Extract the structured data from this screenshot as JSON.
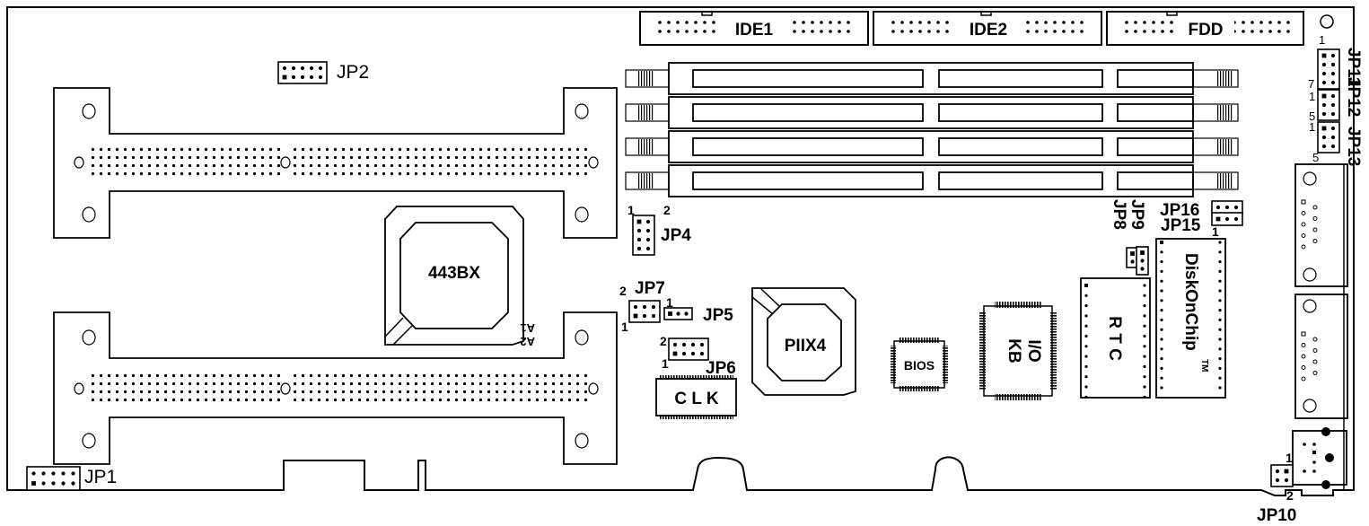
{
  "title": "Single Board Computer Jumper & Connector Layout",
  "colors": {
    "line": "#000000",
    "background": "#ffffff"
  },
  "connectors": {
    "ide1": "IDE1",
    "ide2": "IDE2",
    "fdd": "FDD"
  },
  "chips": {
    "northbridge": "443BX",
    "southbridge": "PIIX4",
    "bios": "BIOS",
    "io_line1": "I/O",
    "io_line2": "KB",
    "rtc": "R T C",
    "disk_on_chip": "DiskOnChip",
    "disk_on_chip_tm": "TM",
    "clock": "C L K"
  },
  "slot_marks": {
    "a1": "A1",
    "a2": "A2"
  },
  "jumpers": {
    "jp1": "JP1",
    "jp2": "JP2",
    "jp4": {
      "label": "JP4",
      "pin_a": "1",
      "pin_b": "2"
    },
    "jp5": {
      "label": "JP5",
      "pin_a": "1"
    },
    "jp6": {
      "label": "JP6",
      "pin_a": "1",
      "pin_b": "2"
    },
    "jp7": {
      "label": "JP7",
      "pin_a": "1",
      "pin_b": "2"
    },
    "jp8": "JP8",
    "jp9": "JP9",
    "jp10": {
      "label": "JP10",
      "pin_a": "1",
      "pin_b": "2"
    },
    "jp11": {
      "label": "JP11",
      "pin_a": "1",
      "pin_b": "7"
    },
    "jp12": {
      "label": "JP12",
      "pin_a": "1",
      "pin_b": "5"
    },
    "jp13": {
      "label": "JP13",
      "pin_a": "1",
      "pin_b": "5"
    },
    "jp15": {
      "label": "JP15",
      "pin_a": "1"
    },
    "jp16": "JP16"
  },
  "dimm_slot_count": 4
}
